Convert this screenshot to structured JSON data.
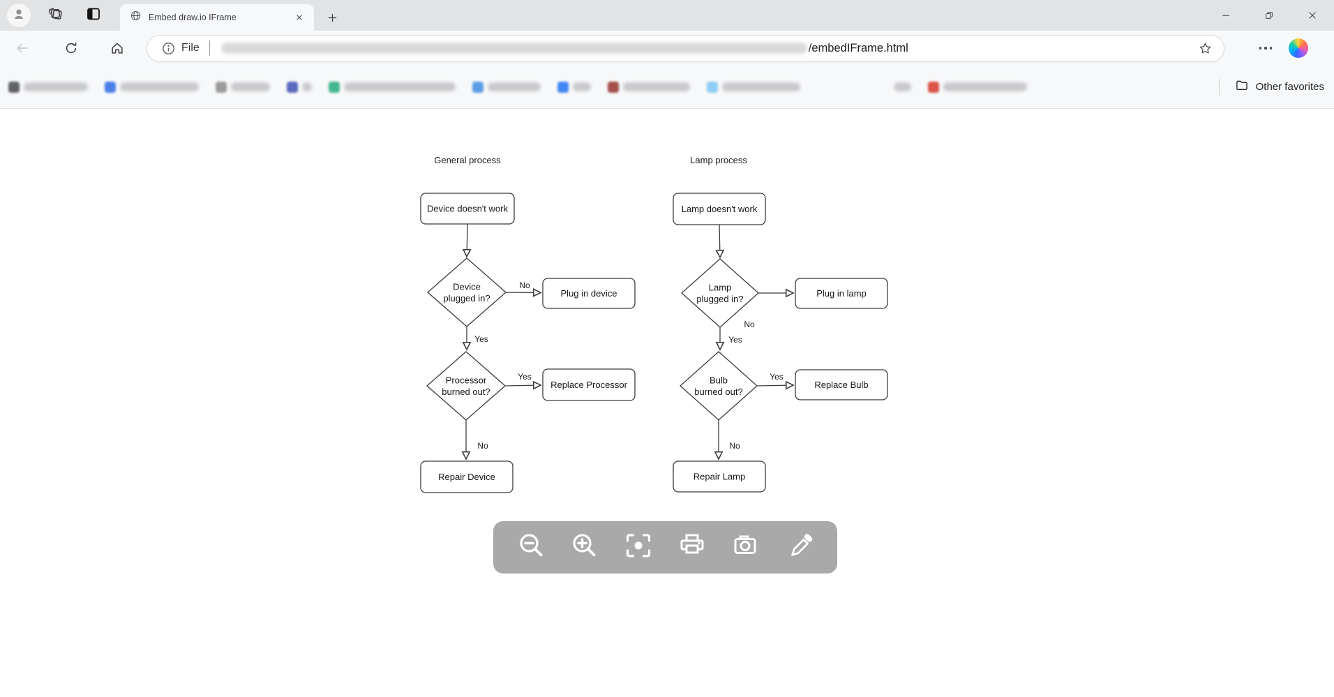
{
  "window": {
    "control_icons": [
      "minimize",
      "restore",
      "close"
    ]
  },
  "tab": {
    "title": "Embed draw.io IFrame",
    "favicon": "globe-icon",
    "close_icon": "close-icon",
    "new_tab_icon": "plus-icon"
  },
  "nav": {
    "back_icon": "arrow-left",
    "refresh_icon": "refresh",
    "home_icon": "home",
    "scheme_icon": "info-circle",
    "file_label": "File",
    "url_tail": "/embedIFrame.html",
    "url_blurred": true,
    "favorite_icon": "star",
    "more_icon": "ellipsis",
    "copilot_icon": "copilot"
  },
  "bookmarks": {
    "other_label": "Other favorites",
    "folder_icon": "folder",
    "items": [
      {
        "icon": "#606266",
        "w": 92
      },
      {
        "icon": "#4b7fe8",
        "w": 113
      },
      {
        "icon": "#9b9b9b",
        "w": 56
      },
      {
        "icon": "#5b68c0",
        "w": 14
      },
      {
        "icon": "#45b58f",
        "w": 160
      },
      {
        "icon": "#5c9ce6",
        "w": 76
      },
      {
        "icon": "#4285f4",
        "w": 26
      },
      {
        "icon": "#a3504a",
        "w": 96
      },
      {
        "icon": "#8ecdf5",
        "w": 112
      },
      {
        "icon": null,
        "w": 25,
        "ml": 110
      },
      {
        "icon": "#d95347",
        "w": 120
      }
    ]
  },
  "diagram": {
    "general": {
      "title": "General process",
      "start": "Device doesn't work",
      "decision1": [
        "Device",
        "plugged in?"
      ],
      "decision1_right_label": "No",
      "decision1_right_node": "Plug in device",
      "decision1_down_label": "Yes",
      "decision2": [
        "Processor",
        "burned out?"
      ],
      "decision2_right_label": "Yes",
      "decision2_right_node": "Replace Processor",
      "decision2_down_label": "No",
      "end": "Repair Device"
    },
    "lamp": {
      "title": "Lamp process",
      "start": "Lamp doesn't work",
      "decision1": [
        "Lamp",
        "plugged in?"
      ],
      "decision1_no_label": "No",
      "decision1_right_node": "Plug in lamp",
      "decision1_yes_label": "Yes",
      "decision2": [
        "Bulb",
        "burned out?"
      ],
      "decision2_right_label": "Yes",
      "decision2_right_node": "Replace Bulb",
      "decision2_down_label": "No",
      "end": "Repair Lamp"
    }
  },
  "toolbar": {
    "background": "#a9a9a9",
    "buttons": [
      "zoom-out",
      "zoom-in",
      "fit-page",
      "print",
      "camera",
      "edit"
    ]
  }
}
